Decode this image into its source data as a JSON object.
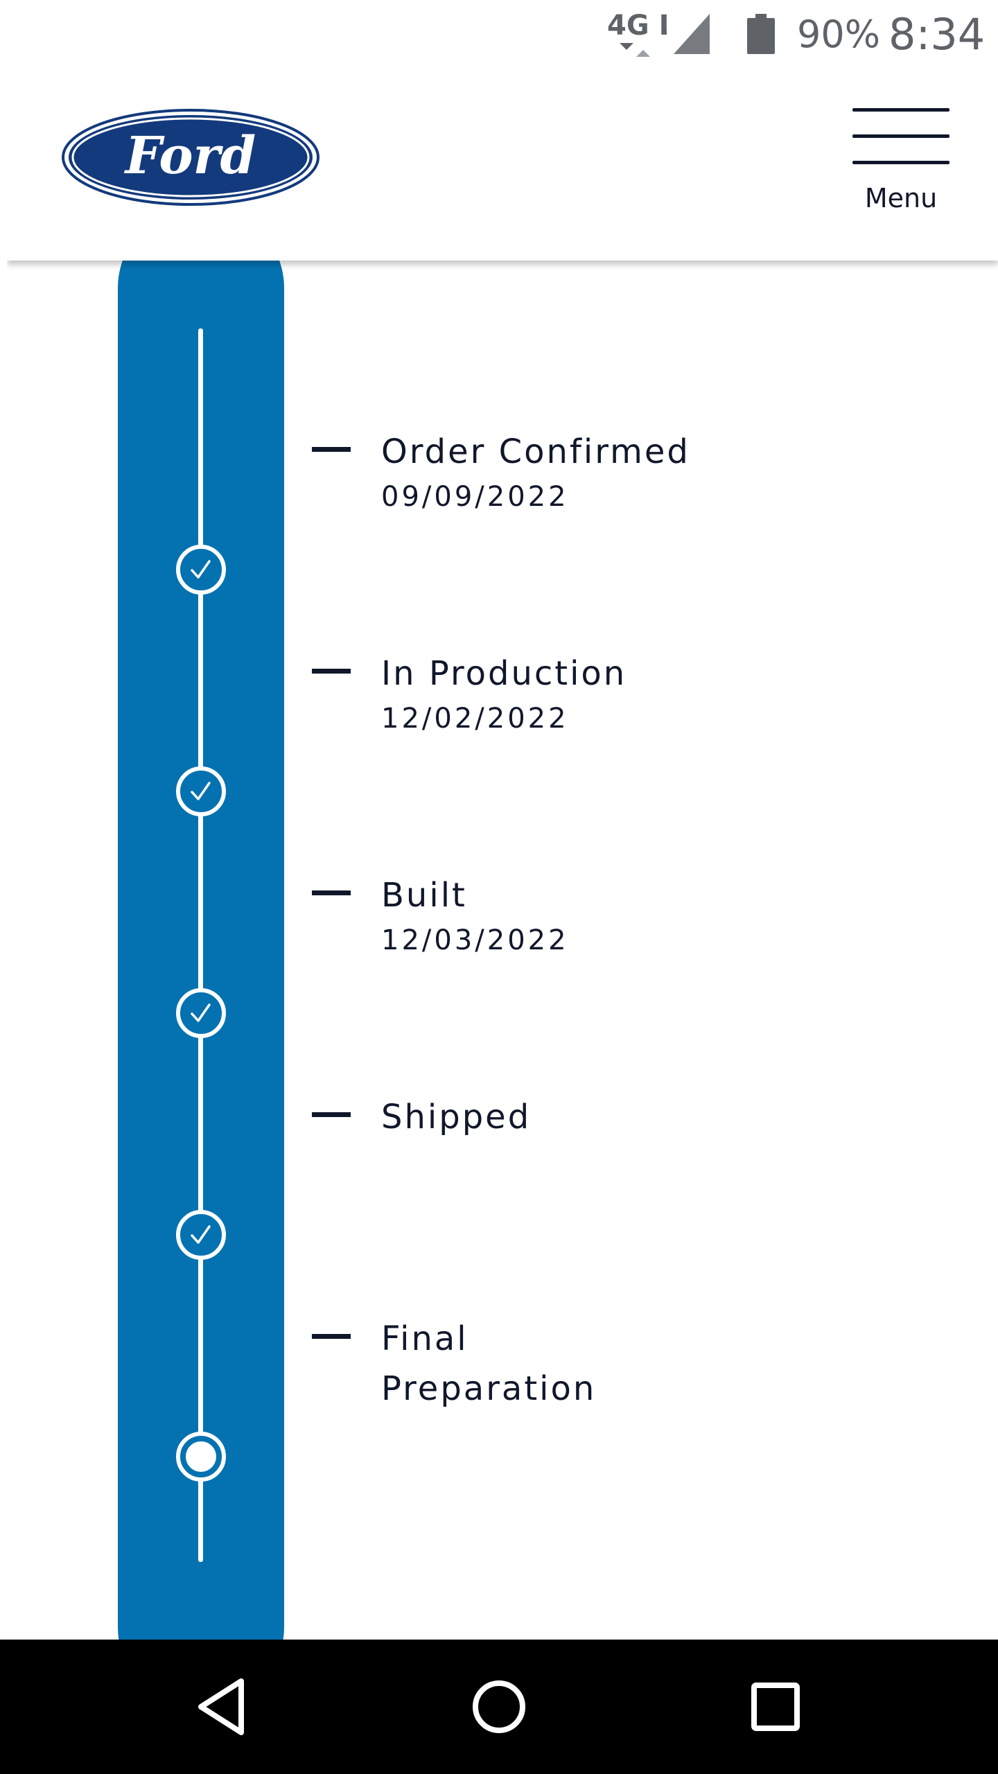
{
  "status_bar": {
    "network": "4G LTE",
    "battery": "90%",
    "time": "8:34"
  },
  "header": {
    "logo_text": "Ford",
    "menu_label": "Menu"
  },
  "timeline": {
    "steps": [
      {
        "title": "Order Confirmed",
        "date": "09/09/2022",
        "completed": true
      },
      {
        "title": "In Production",
        "date": "12/02/2022",
        "completed": true
      },
      {
        "title": "Built",
        "date": "12/03/2022",
        "completed": true
      },
      {
        "title": "Shipped",
        "date": "",
        "completed": true
      },
      {
        "title": "Final Preparation",
        "date": "",
        "completed": false
      }
    ]
  },
  "colors": {
    "track_blue": "#0472b1",
    "ford_blue": "#133a7c",
    "text_dark": "#10172a"
  },
  "nav": {
    "icons": [
      "back-icon",
      "home-icon",
      "recents-icon"
    ]
  }
}
